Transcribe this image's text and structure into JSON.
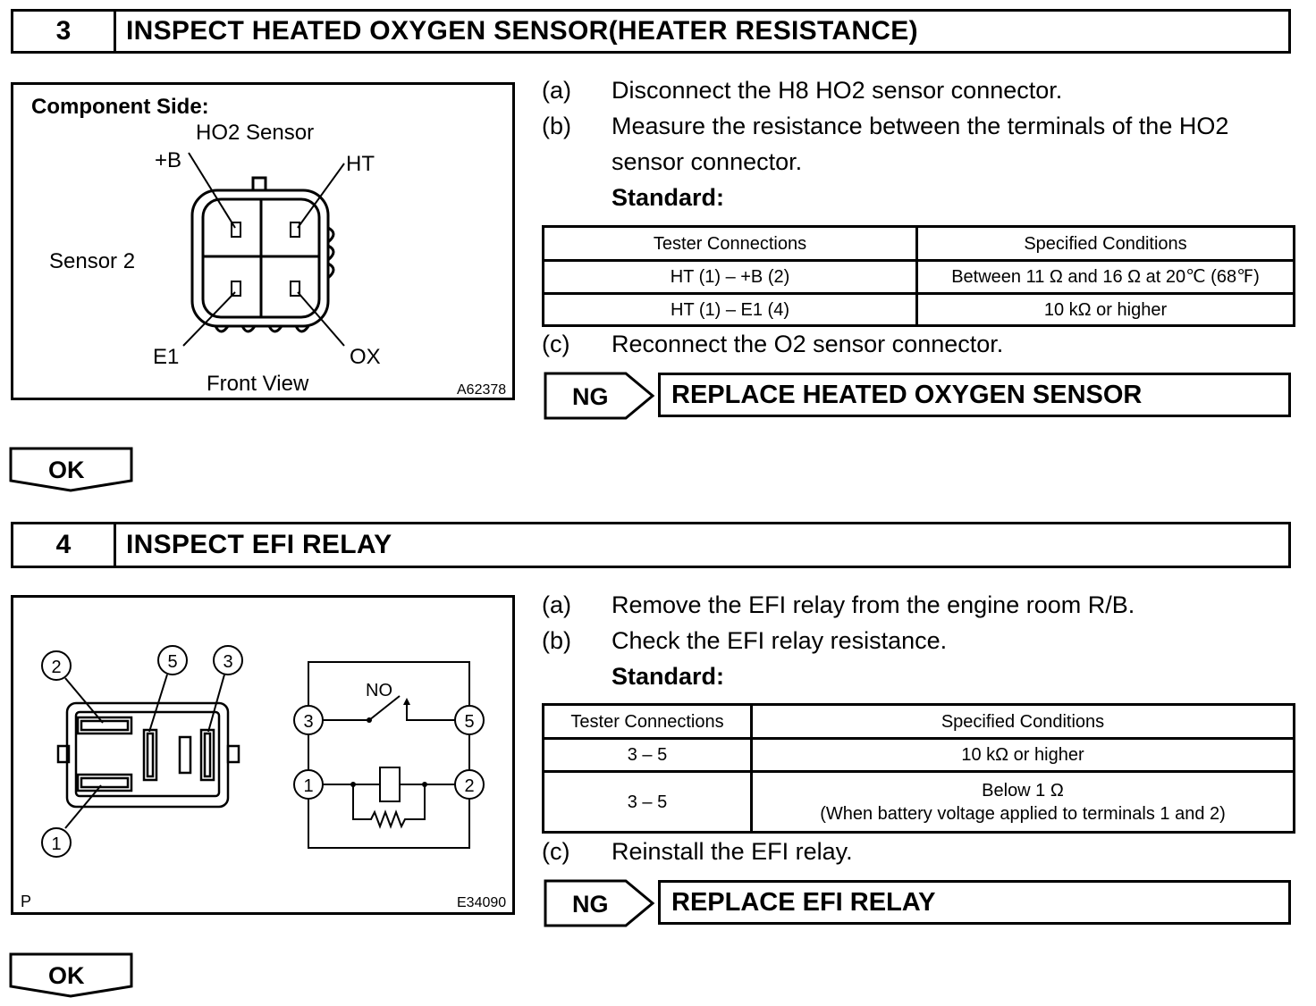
{
  "section3": {
    "number": "3",
    "title": "INSPECT HEATED OXYGEN SENSOR(HEATER RESISTANCE)",
    "figure": {
      "heading": "Component Side:",
      "sensor_label": "HO2 Sensor",
      "pin_plus_b": "+B",
      "pin_ht": "HT",
      "pin_e1": "E1",
      "pin_ox": "OX",
      "sensor_position": "Sensor 2",
      "view": "Front View",
      "code": "A62378"
    },
    "steps": [
      {
        "letter": "(a)",
        "text": "Disconnect the H8 HO2 sensor connector."
      },
      {
        "letter": "(b)",
        "text": "Measure the resistance between the terminals of the HO2",
        "text2": "sensor connector."
      },
      {
        "letter": "(c)",
        "text": "Reconnect the O2 sensor connector."
      }
    ],
    "standard_label": "Standard:",
    "table": {
      "headers": [
        "Tester Connections",
        "Specified Conditions"
      ],
      "rows": [
        [
          "HT (1) – +B (2)",
          "Between 11 Ω and 16 Ω at 20℃ (68℉)"
        ],
        [
          "HT (1) – E1 (4)",
          "10 kΩ or higher"
        ]
      ]
    },
    "ng_label": "NG",
    "ng_action": "REPLACE HEATED OXYGEN SENSOR",
    "ok_label": "OK"
  },
  "section4": {
    "number": "4",
    "title": "INSPECT EFI RELAY",
    "figure": {
      "pins": [
        "1",
        "2",
        "3",
        "5"
      ],
      "switch_label": "NO",
      "corner_letter": "P",
      "code": "E34090"
    },
    "steps": [
      {
        "letter": "(a)",
        "text": "Remove the EFI relay from the engine room R/B."
      },
      {
        "letter": "(b)",
        "text": "Check the EFI relay resistance."
      },
      {
        "letter": "(c)",
        "text": "Reinstall the EFI relay."
      }
    ],
    "standard_label": "Standard:",
    "table": {
      "headers": [
        "Tester Connections",
        "Specified Conditions"
      ],
      "rows": [
        [
          "3 – 5",
          "10 kΩ or higher"
        ],
        [
          "3 – 5",
          "Below 1 Ω",
          "(When battery voltage applied to terminals 1 and 2)"
        ]
      ]
    },
    "ng_label": "NG",
    "ng_action": "REPLACE EFI RELAY",
    "ok_label": "OK"
  }
}
